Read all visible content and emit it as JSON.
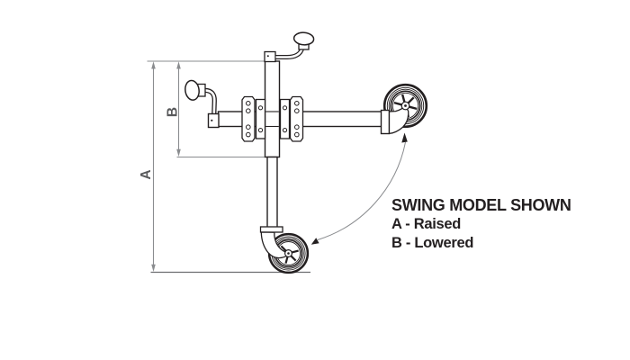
{
  "legend": {
    "title": "SWING MODEL SHOWN",
    "item_a": "A - Raised",
    "item_b": "B - Lowered"
  },
  "dimensions": {
    "a": "A",
    "b": "B"
  },
  "colors": {
    "drawing_line": "#231f20",
    "dimension_line": "#8a8c8f",
    "ground_line": "#6d6e71",
    "text": "#231f20",
    "background": "#ffffff"
  }
}
